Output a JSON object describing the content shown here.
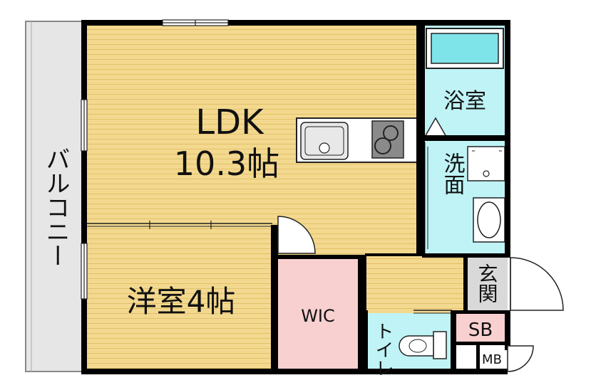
{
  "rooms": {
    "balcony": "バルコニー",
    "ldk_name": "LDK",
    "ldk_size": "10.3帖",
    "western_room": "洋室4帖",
    "wic": "WIC",
    "bathroom": "浴室",
    "washroom": "洗面",
    "toilet": "トイレ",
    "entrance": "玄関",
    "shoe_box": "SB",
    "meter_box": "MB"
  },
  "colors": {
    "floor_wood": "#f3d98f",
    "floor_line": "#e5c46e",
    "bath_blue": "#bff3f5",
    "tub_blue": "#7fe3ea",
    "closet_pink": "#f8d0d0",
    "entrance_gray": "#d9d9d9",
    "balcony_gray": "#e6e6e6",
    "wall": "#000000"
  }
}
